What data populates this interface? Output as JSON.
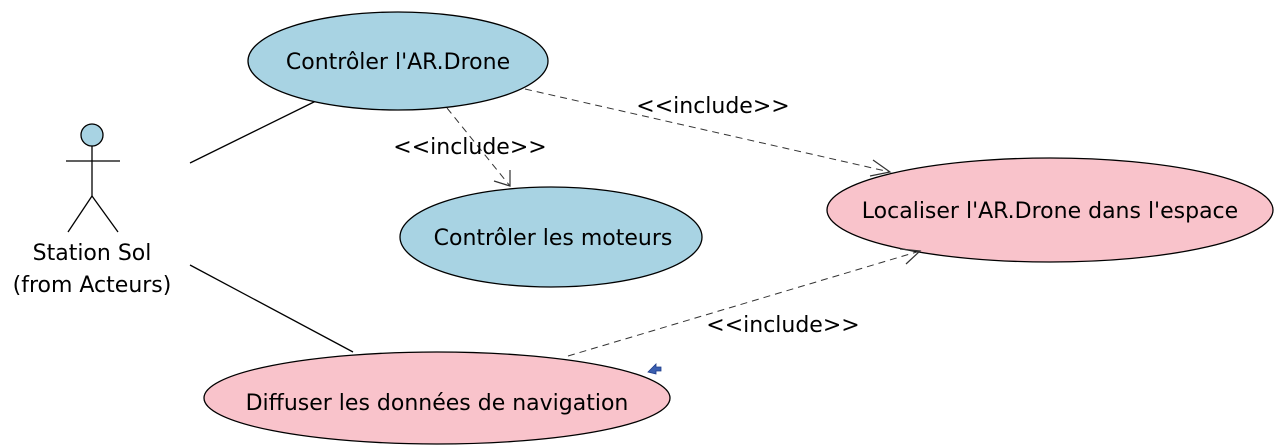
{
  "colors": {
    "blue_usecase": "#a8d3e3",
    "pink_usecase": "#f9c3cb",
    "actor_head": "#a8d3e3"
  },
  "actor": {
    "name_line1": "Station Sol",
    "name_line2": "(from Acteurs)"
  },
  "use_cases": {
    "controler_drone": "Contrôler l'AR.Drone",
    "controler_moteurs": "Contrôler les moteurs",
    "localiser_drone": "Localiser l'AR.Drone dans l'espace",
    "diffuser_donnees": "Diffuser les données de  navigation"
  },
  "relations": {
    "include_to_moteurs": "<<include>>",
    "include_to_localiser_top": "<<include>>",
    "include_to_localiser_bottom": "<<include>>"
  },
  "icons": {
    "note_marker": "small-blue-arrow-icon"
  }
}
